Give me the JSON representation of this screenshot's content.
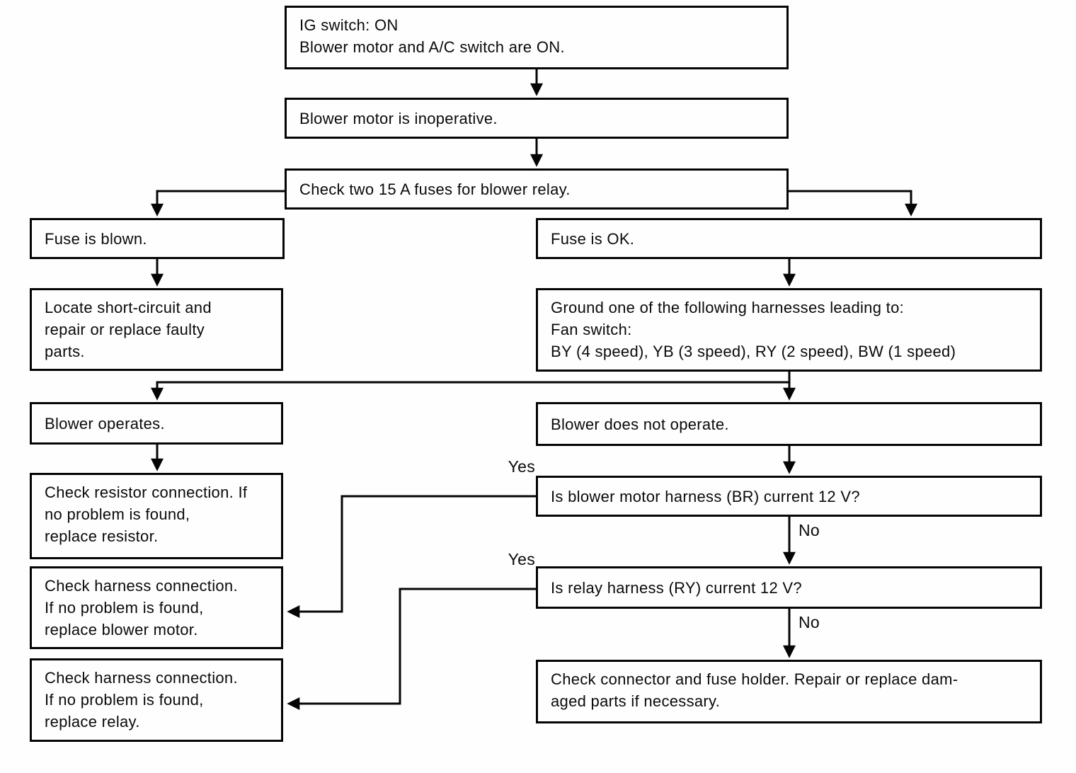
{
  "diagram": {
    "kind": "troubleshooting-flowchart",
    "nodes": {
      "start": {
        "lines": [
          "IG switch: ON",
          "Blower motor and A/C switch are ON."
        ]
      },
      "symptom": {
        "lines": [
          "Blower motor is inoperative."
        ]
      },
      "check_fuses": {
        "lines": [
          "Check two 15 A fuses for blower relay."
        ]
      },
      "fuse_blown": {
        "lines": [
          "Fuse is blown."
        ]
      },
      "fuse_ok": {
        "lines": [
          "Fuse is OK."
        ]
      },
      "locate_short": {
        "lines": [
          "Locate short-circuit and",
          "repair or replace faulty",
          "parts."
        ]
      },
      "ground_harness": {
        "lines": [
          "Ground one of the following harnesses leading to:",
          "Fan switch:",
          "BY (4 speed), YB (3 speed), RY (2 speed), BW (1 speed)"
        ]
      },
      "blower_operates": {
        "lines": [
          "Blower operates."
        ]
      },
      "blower_not_operate": {
        "lines": [
          "Blower does not operate."
        ]
      },
      "check_resistor": {
        "lines": [
          "Check resistor connection. If",
          "no problem is found,",
          "replace resistor."
        ]
      },
      "blower_harness_12v": {
        "lines": [
          "Is blower motor harness (BR) current 12 V?"
        ]
      },
      "check_harness_motor": {
        "lines": [
          "Check harness connection.",
          "If no problem is found,",
          "replace blower motor."
        ]
      },
      "relay_harness_12v": {
        "lines": [
          "Is relay harness (RY) current 12 V?"
        ]
      },
      "check_harness_relay": {
        "lines": [
          "Check harness connection.",
          "If no problem is found,",
          "replace relay."
        ]
      },
      "check_connector": {
        "lines": [
          "Check connector and fuse holder. Repair or replace dam-",
          "aged parts if necessary."
        ]
      }
    },
    "edge_labels": {
      "yes_blower_harness": "Yes",
      "no_blower_harness": "No",
      "yes_relay_harness": "Yes",
      "no_relay_harness": "No"
    },
    "colors": {
      "line": "#050505",
      "paper": "#fefefe",
      "text": "#0a0a0a"
    }
  }
}
